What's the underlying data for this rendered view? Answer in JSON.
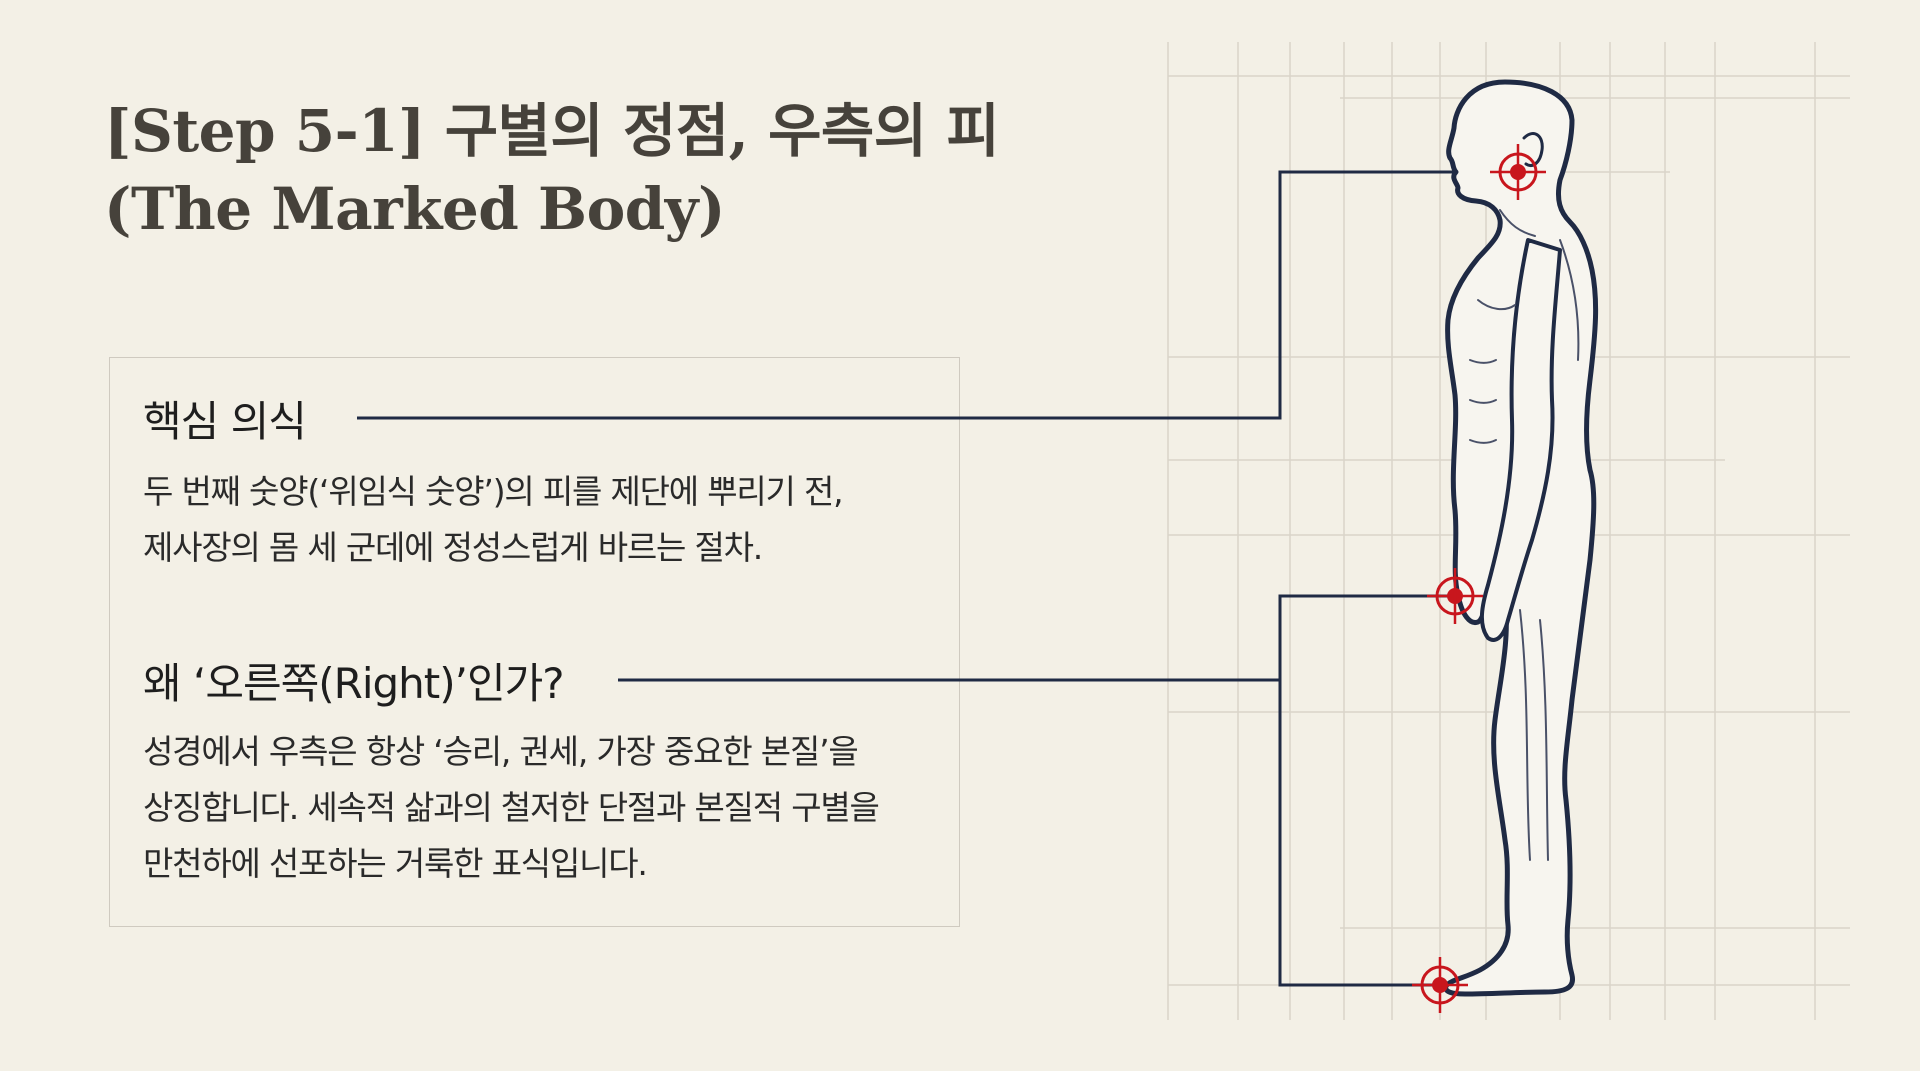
{
  "title": {
    "line1": "[Step 5-1] 구별의 정점, 우측의 피",
    "line2": "(The Marked Body)"
  },
  "sections": [
    {
      "heading": "핵심 의식",
      "lines": [
        "두 번째 숫양(‘위임식 숫양’)의 피를 제단에 뿌리기 전,",
        "제사장의 몸 세 군데에 정성스럽게 바르는 절차."
      ]
    },
    {
      "heading": "왜 ‘오른쪽(Right)’인가?",
      "lines": [
        "성경에서 우측은 항상 ‘승리, 권세, 가장 중요한 본질’을",
        "상징합니다. 세속적 삶과의 철저한 단절과 본질적 구별을",
        "만천하에 선포하는 거룩한 표식입니다."
      ]
    }
  ],
  "colors": {
    "background": "#f3f0e6",
    "line": "#1f2a44",
    "marker": "#c8161d",
    "grid": "#d8d3c8"
  },
  "markers": [
    "ear-target-icon",
    "thumb-target-icon",
    "toe-target-icon"
  ]
}
